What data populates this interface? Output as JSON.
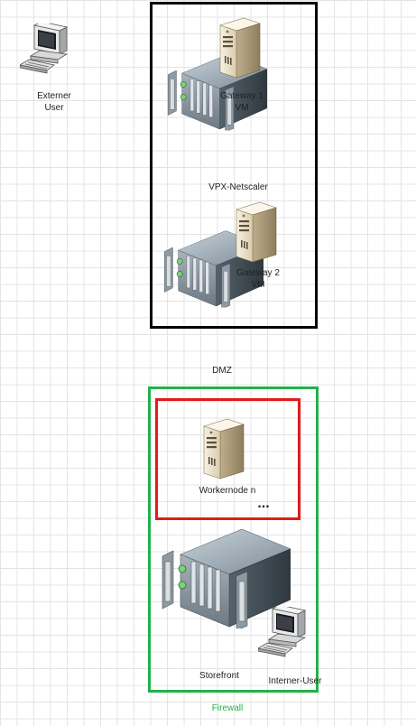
{
  "labels": {
    "external_user": "Externer\nUser",
    "gateway1": "Gateway 1\nVM",
    "vpx": "VPX-Netscaler",
    "gateway2": "Gateway 2\nVM",
    "dmz": "DMZ",
    "workernode": "Workernode n",
    "ellipsis": "...",
    "storefront": "Storefront",
    "internal_user": "Interner-User",
    "firewall": "Firewall"
  },
  "colors": {
    "dmz_box": "#000000",
    "firewall_box": "#21b24a",
    "firewall_label": "#21b24a",
    "worker_box": "#e31b1b"
  },
  "icons": [
    "computer-icon",
    "rack-server-icon",
    "tower-server-icon"
  ]
}
